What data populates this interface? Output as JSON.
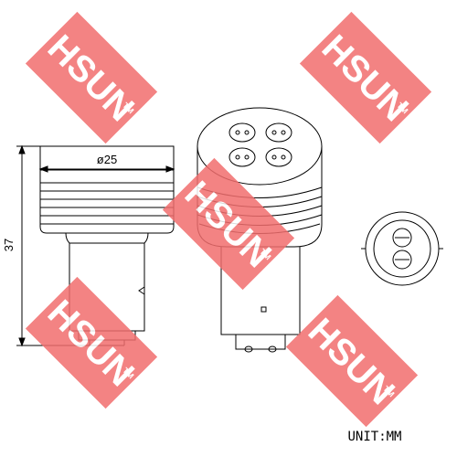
{
  "drawing": {
    "diameter_label": "ø25",
    "height_label": "37",
    "unit_label": "UNIT:MM"
  },
  "watermark": {
    "text": "HSUN",
    "trademark": "TM",
    "color": "#f26e6e"
  },
  "colors": {
    "line": "#000000",
    "background": "#ffffff"
  }
}
